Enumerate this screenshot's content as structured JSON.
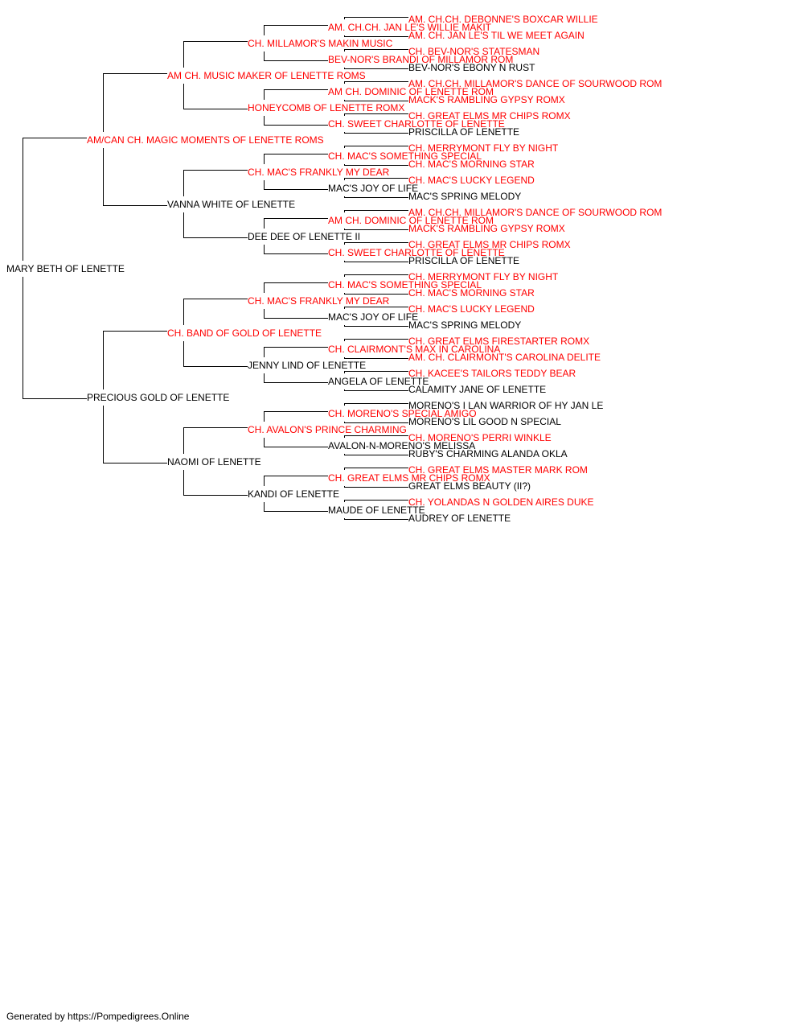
{
  "colors": {
    "champion": "#ff0000",
    "default": "#000000",
    "line": "#000000"
  },
  "footer": "Generated by https://Pompedigrees.Online",
  "pedigree": [
    {
      "gen": 0,
      "name": "MARY BETH OF LENETTE",
      "champion": false
    },
    {
      "gen": 1,
      "name": "AM/CAN CH. MAGIC MOMENTS OF LENETTE ROMS",
      "champion": true
    },
    {
      "gen": 2,
      "name": "AM CH. MUSIC MAKER OF LENETTE ROMS",
      "champion": true
    },
    {
      "gen": 3,
      "name": "CH. MILLAMOR'S MAKIN MUSIC",
      "champion": true
    },
    {
      "gen": 4,
      "name": "AM. CH.CH. JAN LE'S WILLIE MAKIT",
      "champion": true
    },
    {
      "gen": 5,
      "name": "AM. CH.CH. DEBONNE'S BOXCAR WILLIE",
      "champion": true
    },
    {
      "gen": 5,
      "name": "AM. CH. JAN LE'S TIL WE MEET AGAIN",
      "champion": true
    },
    {
      "gen": 4,
      "name": "BEV-NOR'S BRANDI OF MILLAMOR ROM",
      "champion": true
    },
    {
      "gen": 5,
      "name": "CH. BEV-NOR'S STATESMAN",
      "champion": true
    },
    {
      "gen": 5,
      "name": "BEV-NOR'S EBONY N RUST",
      "champion": false
    },
    {
      "gen": 3,
      "name": "HONEYCOMB OF LENETTE ROMX",
      "champion": true
    },
    {
      "gen": 4,
      "name": "AM CH. DOMINIC OF LENETTE ROM",
      "champion": true
    },
    {
      "gen": 5,
      "name": "AM. CH.CH. MILLAMOR'S DANCE OF SOURWOOD ROM",
      "champion": true
    },
    {
      "gen": 5,
      "name": "MACK'S RAMBLING GYPSY ROMX",
      "champion": true
    },
    {
      "gen": 4,
      "name": "CH. SWEET CHARLOTTE OF LENETTE",
      "champion": true
    },
    {
      "gen": 5,
      "name": "CH. GREAT ELMS MR CHIPS ROMX",
      "champion": true
    },
    {
      "gen": 5,
      "name": "PRISCILLA OF LENETTE",
      "champion": false
    },
    {
      "gen": 2,
      "name": "VANNA WHITE OF LENETTE",
      "champion": false
    },
    {
      "gen": 3,
      "name": "CH. MAC'S FRANKLY MY DEAR",
      "champion": true
    },
    {
      "gen": 4,
      "name": "CH. MAC'S SOMETHING SPECIAL",
      "champion": true
    },
    {
      "gen": 5,
      "name": "CH. MERRYMONT FLY BY NIGHT",
      "champion": true
    },
    {
      "gen": 5,
      "name": "CH. MAC'S MORNING STAR",
      "champion": true
    },
    {
      "gen": 4,
      "name": "MAC'S JOY OF LIFE",
      "champion": false
    },
    {
      "gen": 5,
      "name": "CH. MAC'S LUCKY LEGEND",
      "champion": true
    },
    {
      "gen": 5,
      "name": "MAC'S SPRING MELODY",
      "champion": false
    },
    {
      "gen": 3,
      "name": "DEE DEE OF LENETTE II",
      "champion": false
    },
    {
      "gen": 4,
      "name": "AM CH. DOMINIC OF LENETTE ROM",
      "champion": true
    },
    {
      "gen": 5,
      "name": "AM. CH.CH. MILLAMOR'S DANCE OF SOURWOOD ROM",
      "champion": true
    },
    {
      "gen": 5,
      "name": "MACK'S RAMBLING GYPSY ROMX",
      "champion": true
    },
    {
      "gen": 4,
      "name": "CH. SWEET CHARLOTTE OF LENETTE",
      "champion": true
    },
    {
      "gen": 5,
      "name": "CH. GREAT ELMS MR CHIPS ROMX",
      "champion": true
    },
    {
      "gen": 5,
      "name": "PRISCILLA OF LENETTE",
      "champion": false
    },
    {
      "gen": 1,
      "name": "PRECIOUS GOLD OF LENETTE",
      "champion": false
    },
    {
      "gen": 2,
      "name": "CH. BAND OF GOLD OF LENETTE",
      "champion": true
    },
    {
      "gen": 3,
      "name": "CH. MAC'S FRANKLY MY DEAR",
      "champion": true
    },
    {
      "gen": 4,
      "name": "CH. MAC'S SOMETHING SPECIAL",
      "champion": true
    },
    {
      "gen": 5,
      "name": "CH. MERRYMONT FLY BY NIGHT",
      "champion": true
    },
    {
      "gen": 5,
      "name": "CH. MAC'S MORNING STAR",
      "champion": true
    },
    {
      "gen": 4,
      "name": "MAC'S JOY OF LIFE",
      "champion": false
    },
    {
      "gen": 5,
      "name": "CH. MAC'S LUCKY LEGEND",
      "champion": true
    },
    {
      "gen": 5,
      "name": "MAC'S SPRING MELODY",
      "champion": false
    },
    {
      "gen": 3,
      "name": "JENNY LIND OF LENETTE",
      "champion": false
    },
    {
      "gen": 4,
      "name": "CH. CLAIRMONT'S MAX IN CAROLINA",
      "champion": true
    },
    {
      "gen": 5,
      "name": "CH. GREAT ELMS FIRESTARTER ROMX",
      "champion": true
    },
    {
      "gen": 5,
      "name": "AM. CH. CLAIRMONT'S CAROLINA DELITE",
      "champion": true
    },
    {
      "gen": 4,
      "name": "ANGELA OF LENETTE",
      "champion": false
    },
    {
      "gen": 5,
      "name": "CH. KACEE'S TAILORS TEDDY BEAR",
      "champion": true
    },
    {
      "gen": 5,
      "name": "CALAMITY JANE OF LENETTE",
      "champion": false
    },
    {
      "gen": 2,
      "name": "NAOMI OF LENETTE",
      "champion": false
    },
    {
      "gen": 3,
      "name": "CH. AVALON'S PRINCE CHARMING",
      "champion": true
    },
    {
      "gen": 4,
      "name": "CH. MORENO'S SPECIAL AMIGO",
      "champion": true
    },
    {
      "gen": 5,
      "name": "MORENO'S I LAN WARRIOR OF HY JAN LE",
      "champion": false
    },
    {
      "gen": 5,
      "name": "MORENO'S LIL GOOD N SPECIAL",
      "champion": false
    },
    {
      "gen": 4,
      "name": "AVALON-N-MORENO'S MELISSA",
      "champion": false
    },
    {
      "gen": 5,
      "name": "CH. MORENO'S PERRI WINKLE",
      "champion": true
    },
    {
      "gen": 5,
      "name": "RUBY'S CHARMING ALANDA OKLA",
      "champion": false
    },
    {
      "gen": 3,
      "name": "KANDI OF LENETTE",
      "champion": false
    },
    {
      "gen": 4,
      "name": "CH. GREAT ELMS MR CHIPS ROMX",
      "champion": true
    },
    {
      "gen": 5,
      "name": "CH. GREAT ELMS MASTER MARK ROM",
      "champion": true
    },
    {
      "gen": 5,
      "name": "GREAT ELMS BEAUTY (II?)",
      "champion": false
    },
    {
      "gen": 4,
      "name": "MAUDE OF LENETTE",
      "champion": false
    },
    {
      "gen": 5,
      "name": "CH. YOLANDAS N GOLDEN AIRES DUKE",
      "champion": true
    },
    {
      "gen": 5,
      "name": "AUDREY OF LENETTE",
      "champion": false
    }
  ]
}
